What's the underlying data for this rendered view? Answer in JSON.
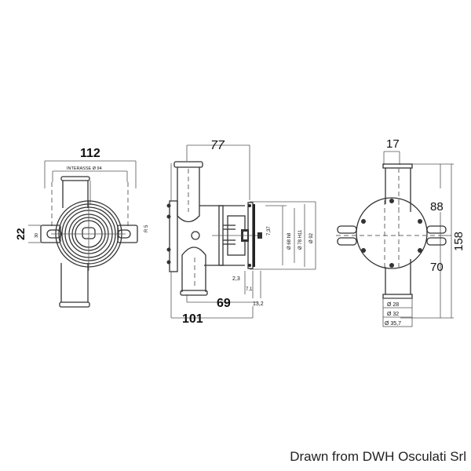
{
  "views": {
    "front": {
      "width_dim": "112",
      "center_label": "INTERASSE Ø 94",
      "height_dim": "22",
      "slot_dim": "30",
      "radius_dim": "R 5"
    },
    "side": {
      "depth_dim": "77",
      "total_length_dim": "101",
      "body_length_dim": "69",
      "flange_dim": "13,2",
      "gap_dim": "2,3",
      "small_dim": "7,1",
      "diam_dims": [
        "7,37",
        "Ø 68 h8",
        "Ø 78 H11",
        "Ø 92"
      ]
    },
    "rear": {
      "port_width_dim": "17",
      "upper_dim": "88",
      "lower_dim": "70",
      "total_height_dim": "158",
      "port_diameters": [
        "Ø 28",
        "Ø 32",
        "Ø 35,7"
      ]
    }
  },
  "credit": "Drawn from DWH Osculati Srl"
}
